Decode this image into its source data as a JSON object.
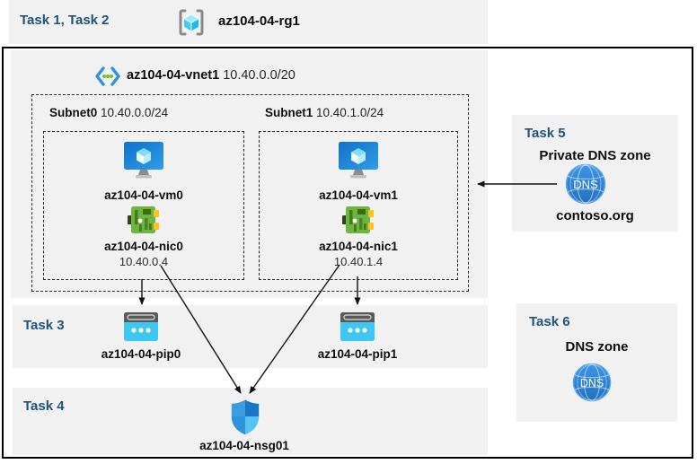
{
  "palette": {
    "band_gray": "#F1F1F1",
    "task_blue": "#1F5379",
    "border_black": "#000000",
    "vm_blue": "#1374CE",
    "nic_green": "#6EB43F",
    "nic_yellow": "#FFC21E",
    "pip_cyan": "#3EC7F0",
    "pip_gray": "#595959",
    "shield_blue": "#1B78C8",
    "dns_blue": "#2E84D6",
    "vnet_chevron_blue": "#2E93DB",
    "vnet_dot_green": "#76BC2D",
    "rg_cube_cyan": "#2BBCEB"
  },
  "header": {
    "task_label": "Task 1, Task 2",
    "rg_name": "az104-04-rg1",
    "rg_icon": "resource-group-icon"
  },
  "vnet": {
    "name": "az104-04-vnet1",
    "cidr": "10.40.0.0/20",
    "icon": "virtual-network-icon",
    "subnets": [
      {
        "name": "Subnet0",
        "cidr": "10.40.0.0/24",
        "vm": "az104-04-vm0",
        "nic": "az104-04-nic0",
        "ip": "10.40.0.4",
        "vm_icon": "virtual-machine-icon",
        "nic_icon": "network-interface-icon"
      },
      {
        "name": "Subnet1",
        "cidr": "10.40.1.0/24",
        "vm": "az104-04-vm1",
        "nic": "az104-04-nic1",
        "ip": "10.40.1.4",
        "vm_icon": "virtual-machine-icon",
        "nic_icon": "network-interface-icon"
      }
    ]
  },
  "task3": {
    "label": "Task 3",
    "pip_icon": "public-ip-icon",
    "pips": [
      "az104-04-pip0",
      "az104-04-pip1"
    ]
  },
  "task4": {
    "label": "Task 4",
    "nsg_icon": "network-security-group-shield-icon",
    "nsg": "az104-04-nsg01"
  },
  "task5": {
    "label": "Task 5",
    "title": "Private DNS zone",
    "zone": "contoso.org",
    "dns_icon": "dns-zone-icon",
    "icon_text": "DNS"
  },
  "task6": {
    "label": "Task 6",
    "title": "DNS zone",
    "dns_icon": "dns-zone-icon",
    "icon_text": "DNS"
  },
  "connections": [
    "nic0 to pip0",
    "nic0 to nsg01",
    "nic1 to pip1",
    "nic1 to nsg01",
    "private-dns-zone to subnet1"
  ]
}
